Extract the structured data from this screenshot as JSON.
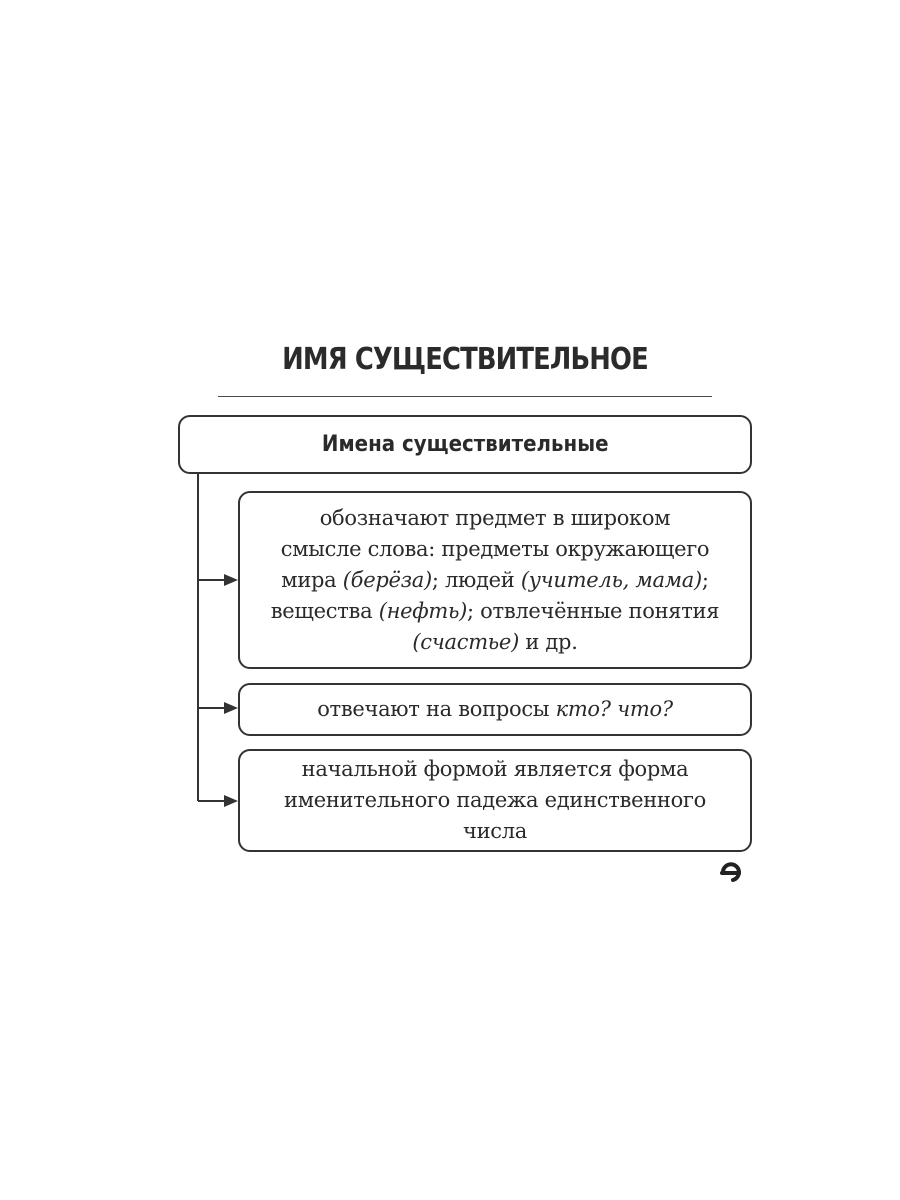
{
  "title": "ИМЯ СУЩЕСТВИТЕЛЬНОЕ",
  "head_box": "Имена существительные",
  "items": [
    {
      "lines": [
        [
          {
            "t": "обозначают предмет в широком",
            "i": false
          }
        ],
        [
          {
            "t": "смысле слова: предметы окружающего",
            "i": false
          }
        ],
        [
          {
            "t": "мира ",
            "i": false
          },
          {
            "t": "(берёза)",
            "i": true
          },
          {
            "t": "; людей ",
            "i": false
          },
          {
            "t": "(учитель, мама)",
            "i": true
          },
          {
            "t": ";",
            "i": false
          }
        ],
        [
          {
            "t": "вещества ",
            "i": false
          },
          {
            "t": "(нефть)",
            "i": true
          },
          {
            "t": "; отвлечённые понятия",
            "i": false
          }
        ],
        [
          {
            "t": "(счастье)",
            "i": true
          },
          {
            "t": " и др.",
            "i": false
          }
        ]
      ]
    },
    {
      "lines": [
        [
          {
            "t": "отвечают на вопросы ",
            "i": false
          },
          {
            "t": "кто? что?",
            "i": true
          }
        ]
      ]
    },
    {
      "lines": [
        [
          {
            "t": "начальной формой является форма",
            "i": false
          }
        ],
        [
          {
            "t": "именительного падежа единственного",
            "i": false
          }
        ],
        [
          {
            "t": "числа",
            "i": false
          }
        ]
      ]
    }
  ],
  "icons": {
    "continue": "continue-arrow-icon"
  }
}
